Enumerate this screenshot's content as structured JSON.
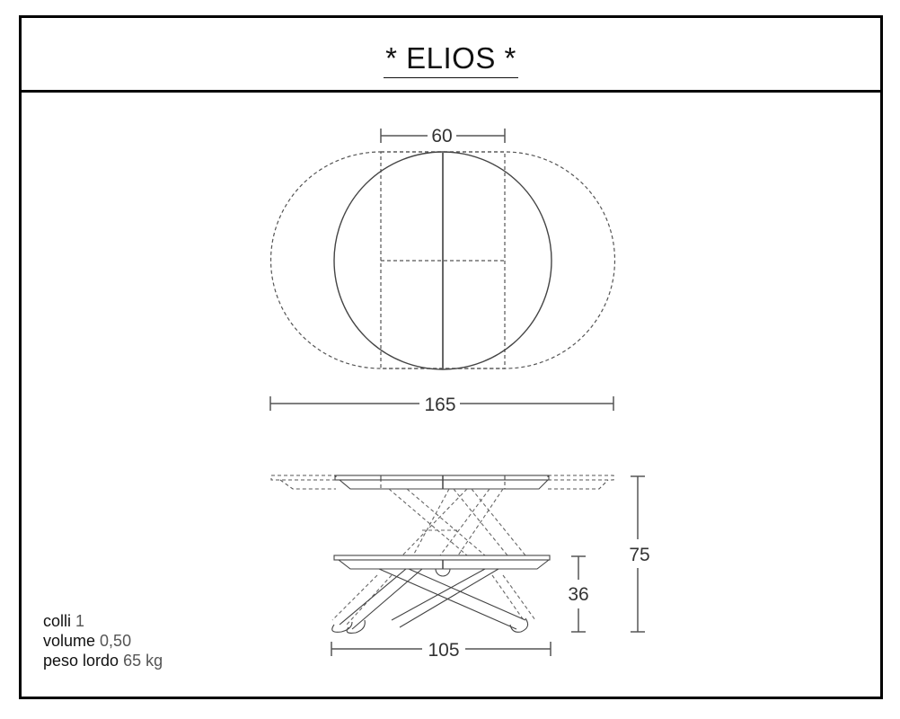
{
  "header": {
    "title": "* ELIOS *"
  },
  "top_view": {
    "dimension_width_extension": "60",
    "dimension_total_length": "165"
  },
  "side_view": {
    "dimension_height_high": "75",
    "dimension_height_low": "36",
    "dimension_base_width": "105"
  },
  "specs": [
    {
      "label": "colli",
      "value": "1"
    },
    {
      "label": "volume",
      "value": "0,50"
    },
    {
      "label": "peso lordo",
      "value": "65 kg"
    }
  ],
  "colors": {
    "border": "#000000",
    "line": "#444444",
    "dim_text": "#333333",
    "spec_value": "#555555"
  }
}
